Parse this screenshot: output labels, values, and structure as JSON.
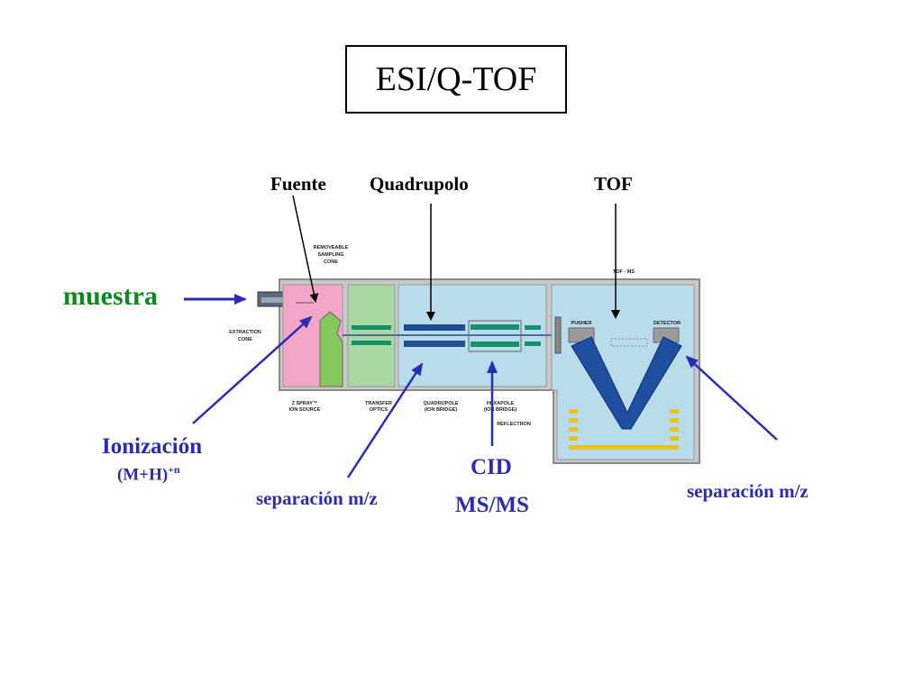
{
  "title": "ESI/Q-TOF",
  "labels": {
    "fuente": "Fuente",
    "quadrupolo": "Quadrupolo",
    "tof": "TOF",
    "muestra": "muestra",
    "ionizacion": "Ionización",
    "ion_formula": "(M+H)",
    "ion_formula_sup": "+n",
    "separacion_left": "separación m/z",
    "cid": "CID",
    "msms": "MS/MS",
    "separacion_right": "separación m/z"
  },
  "instrument_labels": {
    "removeable_sampling_cone": [
      "REMOVEABLE",
      "SAMPLING",
      "CONE"
    ],
    "extraction_cone": [
      "EXTRACTION",
      "CONE"
    ],
    "tof_ms": "TOF - MS",
    "pusher": "PUSHER",
    "detector": "DETECTOR",
    "zspray": [
      "Z SPRAY™",
      "ION SOURCE"
    ],
    "transfer_optics": [
      "TRANSFER",
      "OPTICS"
    ],
    "quadrupole": [
      "QUADRUPOLE",
      "(ION BRIDGE)"
    ],
    "hexapole": [
      "HEXAPOLE",
      "(ION BRIDGE)"
    ],
    "reflectron": "REFLECTRON"
  },
  "colors": {
    "arrow_blue": "#2b2bb8",
    "label_green": "#0a8a1a",
    "source_pink": "#f4a6c8",
    "cone_green": "#84c95a",
    "optics_green": "#a8d8a0",
    "chamber_blue": "#b8dcea",
    "flight_blue": "#1f4fa0",
    "rod_blue": "#1f4f90",
    "rod_teal": "#168f6e",
    "reflectron_yellow": "#e8c21e"
  }
}
